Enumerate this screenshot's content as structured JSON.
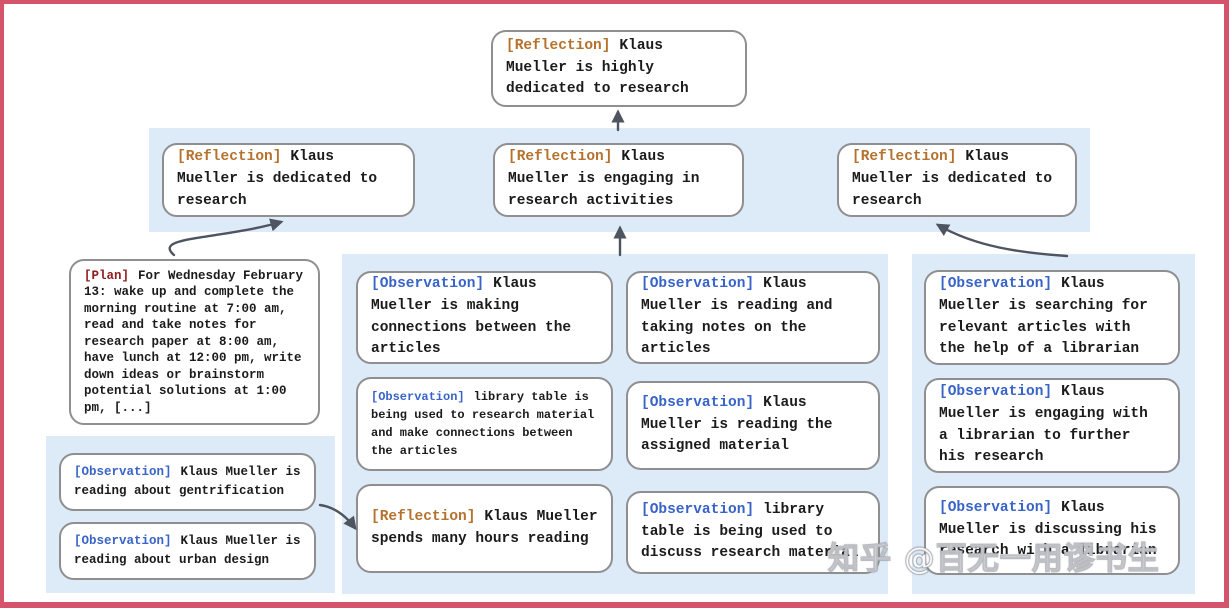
{
  "colors": {
    "frame_border": "#d5546c",
    "band_background": "#ddeaf8",
    "node_border": "#8f8f8f",
    "reflection_tag": "#b5722d",
    "observation_tag": "#3863c8",
    "plan_tag": "#8f1d1d",
    "arrow": "#4e5460",
    "body_text": "#1b1b1b"
  },
  "nodes": {
    "root": {
      "tag": "[Reflection]",
      "text": "Klaus Mueller is highly dedicated to research"
    },
    "reflection_left": {
      "tag": "[Reflection]",
      "text": "Klaus Mueller is dedicated to research"
    },
    "reflection_center": {
      "tag": "[Reflection]",
      "text": "Klaus Mueller is engaging in research activities"
    },
    "reflection_right": {
      "tag": "[Reflection]",
      "text": "Klaus Mueller is dedicated to research"
    },
    "plan": {
      "tag": "[Plan]",
      "text": "For Wednesday February 13: wake up and complete the morning routine at 7:00 am, read and take notes for research paper at 8:00 am, have lunch at 12:00 pm, write down ideas or brainstorm potential solutions at 1:00 pm, [...]"
    },
    "obs_gentrification": {
      "tag": "[Observation]",
      "text": "Klaus Mueller is reading about gentrification"
    },
    "obs_urban_design": {
      "tag": "[Observation]",
      "text": "Klaus Mueller is reading about urban design"
    },
    "obs_making_connections": {
      "tag": "[Observation]",
      "text": "Klaus Mueller is making connections between the articles"
    },
    "obs_library_research": {
      "tag": "[Observation]",
      "text": "library table is being used to research material and make connections between the articles"
    },
    "reflection_hours_reading": {
      "tag": "[Reflection]",
      "text": "Klaus Mueller spends many hours reading"
    },
    "obs_taking_notes": {
      "tag": "[Observation]",
      "text": "Klaus Mueller is reading and taking notes on the articles"
    },
    "obs_assigned_material": {
      "tag": "[Observation]",
      "text": "Klaus Mueller is reading the assigned material"
    },
    "obs_library_discuss": {
      "tag": "[Observation]",
      "text": "library table is being used to discuss research material"
    },
    "obs_searching_articles": {
      "tag": "[Observation]",
      "text": "Klaus Mueller is searching for relevant articles with the help of a librarian"
    },
    "obs_engaging_librarian": {
      "tag": "[Observation]",
      "text": "Klaus Mueller is engaging with a librarian to further his research"
    },
    "obs_discussing_research": {
      "tag": "[Observation]",
      "text": "Klaus Mueller is discussing his research with a librarian"
    }
  },
  "watermark": {
    "text": "知乎 @百无一用谬书生"
  }
}
